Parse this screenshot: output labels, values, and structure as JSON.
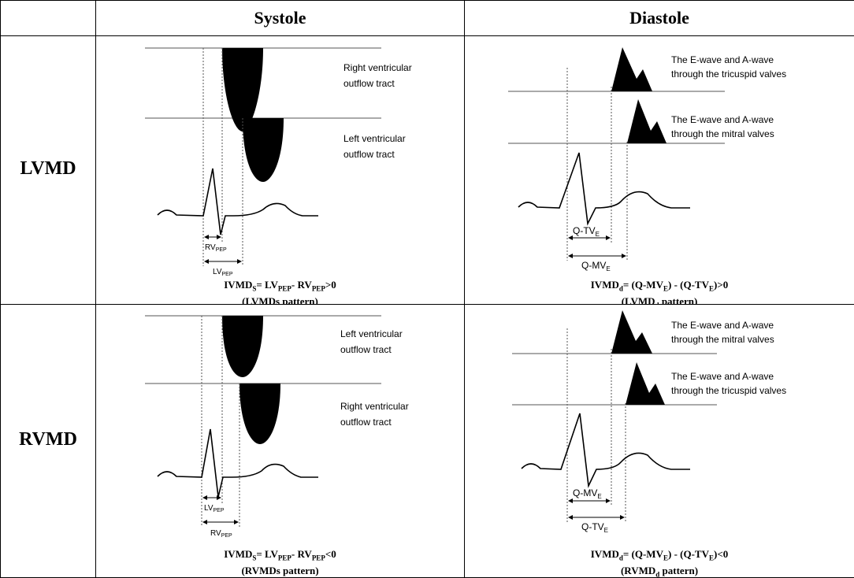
{
  "header": {
    "systole": "Systole",
    "diastole": "Diastole"
  },
  "rows": {
    "lvmd": {
      "label": "LVMD",
      "systole": {
        "flow_top_label": [
          "Right ventricular",
          "outflow tract"
        ],
        "flow_bottom_label": [
          "Left ventricular",
          "outflow tract"
        ],
        "inner_interval": {
          "main": "RV",
          "sub": "PEP"
        },
        "outer_interval": {
          "main": "LV",
          "sub": "PEP"
        },
        "formula_line1": {
          "a": "IVMD",
          "a_sub": "S",
          "b": "= LV",
          "b_sub": "PEP",
          "c": "- RV",
          "c_sub": "PEP",
          "d": ">0"
        },
        "formula_line2": "(LVMDs pattern)"
      },
      "diastole": {
        "wave_top_label": [
          "The E-wave and A-wave",
          "through the tricuspid  valves"
        ],
        "wave_bottom_label": [
          "The E-wave and A-wave",
          "through the mitral valves"
        ],
        "inner_interval": {
          "main": "Q-TV",
          "sub": "E"
        },
        "outer_interval": {
          "main": "Q-MV",
          "sub": "E"
        },
        "formula_line1": {
          "a": "IVMD",
          "a_sub": "d",
          "b": "= (Q-MV",
          "b_sub": "E",
          "c": ") - (Q-TV",
          "c_sub": "E",
          "d": ")>0"
        },
        "formula_line2": {
          "a": "(LVMD",
          "a_sub": "d",
          "b": " pattern)"
        }
      }
    },
    "rvmd": {
      "label": "RVMD",
      "systole": {
        "flow_top_label": [
          "Left ventricular",
          "outflow tract"
        ],
        "flow_bottom_label": [
          "Right ventricular",
          "outflow tract"
        ],
        "inner_interval": {
          "main": "LV",
          "sub": "PEP"
        },
        "outer_interval": {
          "main": "RV",
          "sub": "PEP"
        },
        "formula_line1": {
          "a": "IVMD",
          "a_sub": "S",
          "b": "= LV",
          "b_sub": "PEP",
          "c": "- RV",
          "c_sub": "PEP",
          "d": "<0"
        },
        "formula_line2": "(RVMDs pattern)"
      },
      "diastole": {
        "wave_top_label": [
          "The E-wave and A-wave",
          "through the mitral valves"
        ],
        "wave_bottom_label": [
          "The E-wave and A-wave",
          "through the tricuspid  valves"
        ],
        "inner_interval": {
          "main": "Q-MV",
          "sub": "E"
        },
        "outer_interval": {
          "main": "Q-TV",
          "sub": "E"
        },
        "formula_line1": {
          "a": "IVMD",
          "a_sub": "d",
          "b": "= (Q-MV",
          "b_sub": "E",
          "c": ") - (Q-TV",
          "c_sub": "E",
          "d": ")<0"
        },
        "formula_line2": {
          "a": "(RVMD",
          "a_sub": "d",
          "b": " pattern)"
        }
      }
    }
  }
}
